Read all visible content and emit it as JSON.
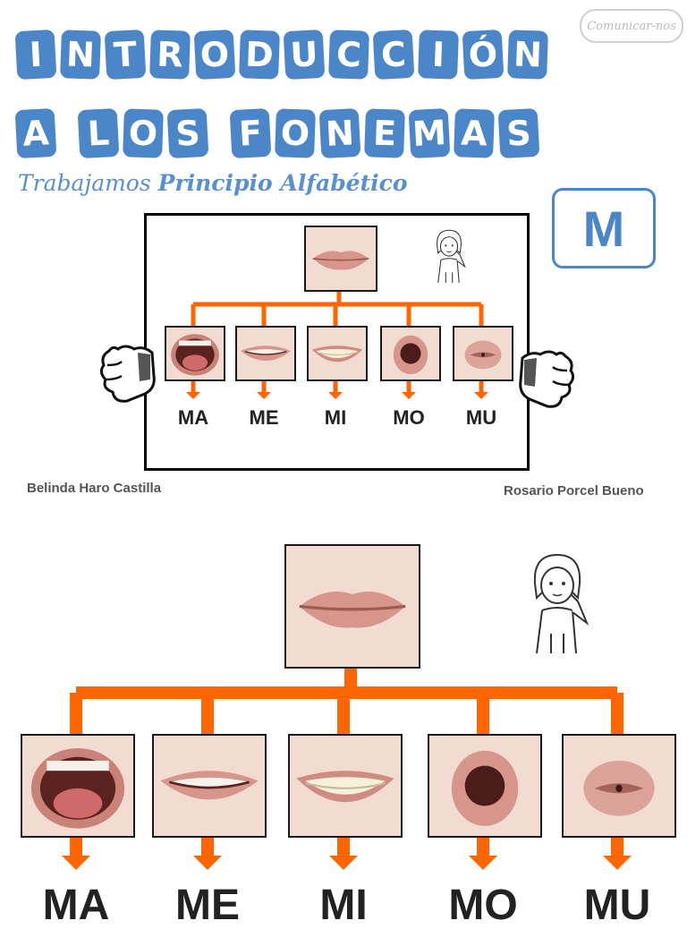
{
  "title": {
    "line1": [
      "I",
      "N",
      "T",
      "R",
      "O",
      "D",
      "U",
      "C",
      "C",
      "I",
      "Ó",
      "N"
    ],
    "line2": [
      "A",
      " ",
      "L",
      "O",
      "S",
      " ",
      "F",
      "O",
      "N",
      "E",
      "M",
      "A",
      "S"
    ]
  },
  "subtitle": {
    "part1": "Trabajamos ",
    "part2": "Principio Alfabético"
  },
  "logo": "Comunicar-nos",
  "phoneme": "M",
  "authors": {
    "left": "Belinda Haro Castilla",
    "right": "Rosario Porcel Bueno"
  },
  "syllables": [
    "MA",
    "ME",
    "MI",
    "MO",
    "MU"
  ],
  "mouth_shapes": [
    "closed-lips",
    "open-a",
    "smile-e",
    "teeth-i",
    "round-o",
    "pucker-u"
  ],
  "colors": {
    "title_blue": "#4a86c8",
    "connector_orange": "#ff6600"
  }
}
